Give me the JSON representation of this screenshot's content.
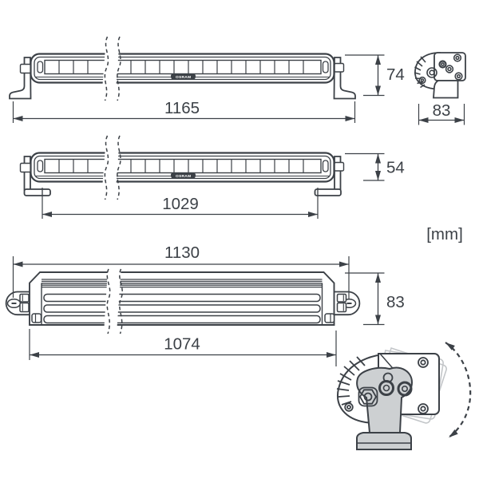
{
  "drawing": {
    "units_label": "[mm]",
    "brand_label": "OSRAM",
    "colors": {
      "line": "#3c4147",
      "ghost": "#c3c6c9",
      "bracket_fill": "#cdd0d2",
      "background": "#ffffff"
    },
    "views": {
      "front_74": {
        "length_mm": "1165",
        "height_mm": "74"
      },
      "side_74": {
        "depth_mm": "83"
      },
      "front_54": {
        "length_mm": "1029",
        "height_mm": "54"
      },
      "top_83": {
        "overall_length_mm": "1130",
        "body_length_mm": "1074",
        "depth_mm": "83"
      }
    }
  }
}
